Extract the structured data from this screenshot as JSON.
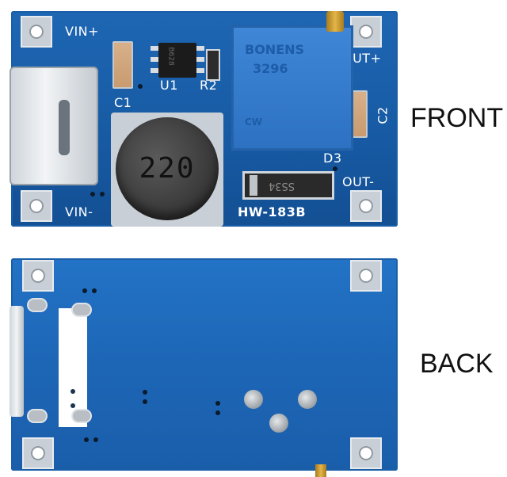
{
  "labels": {
    "front": "FRONT",
    "back": "BACK"
  },
  "front_board": {
    "vin_plus": "VIN+",
    "vin_minus": "VIN-",
    "out_plus": "OUT+",
    "out_minus": "OUT-",
    "c1": "C1",
    "c2": "C2",
    "u1": "U1",
    "r2": "R2",
    "d3": "D3",
    "model": "HW-183B",
    "inductor_value": "220",
    "diode_marking": "SS34",
    "ic_marking": "B628",
    "pot_text_1": "BONENS",
    "pot_text_2": "3296",
    "pot_text_3": "CW"
  },
  "colors": {
    "pcb_blue": "#1e66b3",
    "pad_silver": "#c9cfd6",
    "inductor_black": "#3e3e3e",
    "pot_blue": "#2d72c2"
  }
}
